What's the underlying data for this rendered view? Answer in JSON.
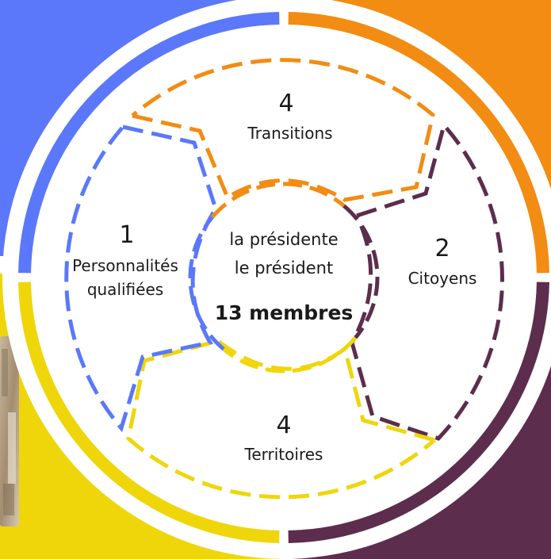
{
  "colors": {
    "blue": "#5B78FA",
    "orange": "#F28C12",
    "plum": "#5C2D4D",
    "yellow": "#EFD60A",
    "white": "#FFFFFF",
    "text": "#1A1A1A"
  },
  "center": {
    "line1": "la présidente",
    "line2": "le président",
    "members": "13 membres"
  },
  "segments": [
    {
      "id": "transitions",
      "number": "4",
      "label": "Transitions",
      "color": "orange"
    },
    {
      "id": "citoyens",
      "number": "2",
      "label": "Citoyens",
      "color": "plum"
    },
    {
      "id": "territoires",
      "number": "4",
      "label": "Territoires",
      "color": "yellow"
    },
    {
      "id": "personnalites",
      "number": "1",
      "label_line1": "Personnalités",
      "label_line2": "qualifiées",
      "color": "blue"
    }
  ],
  "photo": {
    "description_icon": "photo-thumbnail"
  }
}
